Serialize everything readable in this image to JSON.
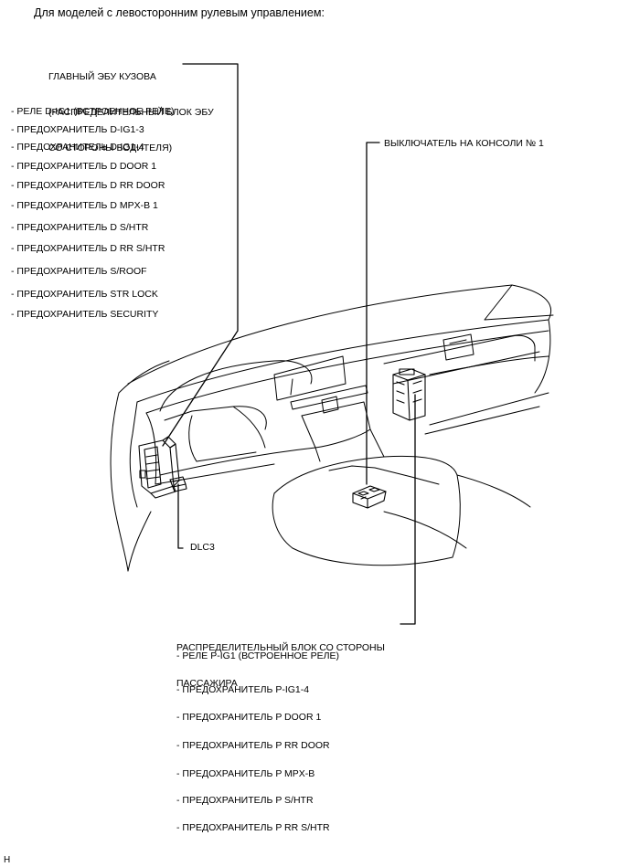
{
  "heading": "Для моделей с левосторонним рулевым управлением:",
  "driver_block": {
    "title_lines": [
      "ГЛАВНЫЙ ЭБУ КУЗОВА",
      "(РАСПРЕДЕЛИТЕЛЬНЫЙ БЛОК ЭБУ",
      "СО СТОРОНЫ ВОДИТЕЛЯ)"
    ],
    "items": [
      "- РЕЛЕ D-IG1 (ВСТРОЕННОЕ РЕЛЕ)",
      "- ПРЕДОХРАНИТЕЛЬ D-IG1-3",
      "- ПРЕДОХРАНИТЕЛЬ D-IG1-4",
      "- ПРЕДОХРАНИТЕЛЬ D DOOR 1",
      "- ПРЕДОХРАНИТЕЛЬ D RR DOOR",
      "- ПРЕДОХРАНИТЕЛЬ D MPX-B 1",
      "- ПРЕДОХРАНИТЕЛЬ D S/HTR",
      "- ПРЕДОХРАНИТЕЛЬ D RR S/HTR",
      "- ПРЕДОХРАНИТЕЛЬ S/ROOF",
      "- ПРЕДОХРАНИТЕЛЬ STR LOCK",
      "- ПРЕДОХРАНИТЕЛЬ SECURITY"
    ]
  },
  "console_switch": {
    "label": "ВЫКЛЮЧАТЕЛЬ НА КОНСОЛИ № 1"
  },
  "dlc3": {
    "label": "DLC3"
  },
  "passenger_block": {
    "title_lines": [
      "РАСПРЕДЕЛИТЕЛЬНЫЙ БЛОК СО СТОРОНЫ",
      "ПАССАЖИРА"
    ],
    "items": [
      "- РЕЛЕ P-IG1 (ВСТРОЕННОЕ РЕЛЕ)",
      "- ПРЕДОХРАНИТЕЛЬ P-IG1-4",
      "- ПРЕДОХРАНИТЕЛЬ P DOOR 1",
      "- ПРЕДОХРАНИТЕЛЬ P RR DOOR",
      "- ПРЕДОХРАНИТЕЛЬ P MPX-B",
      "- ПРЕДОХРАНИТЕЛЬ P S/HTR",
      "- ПРЕДОХРАНИТЕЛЬ P RR S/HTR"
    ]
  },
  "figure_code": "H"
}
